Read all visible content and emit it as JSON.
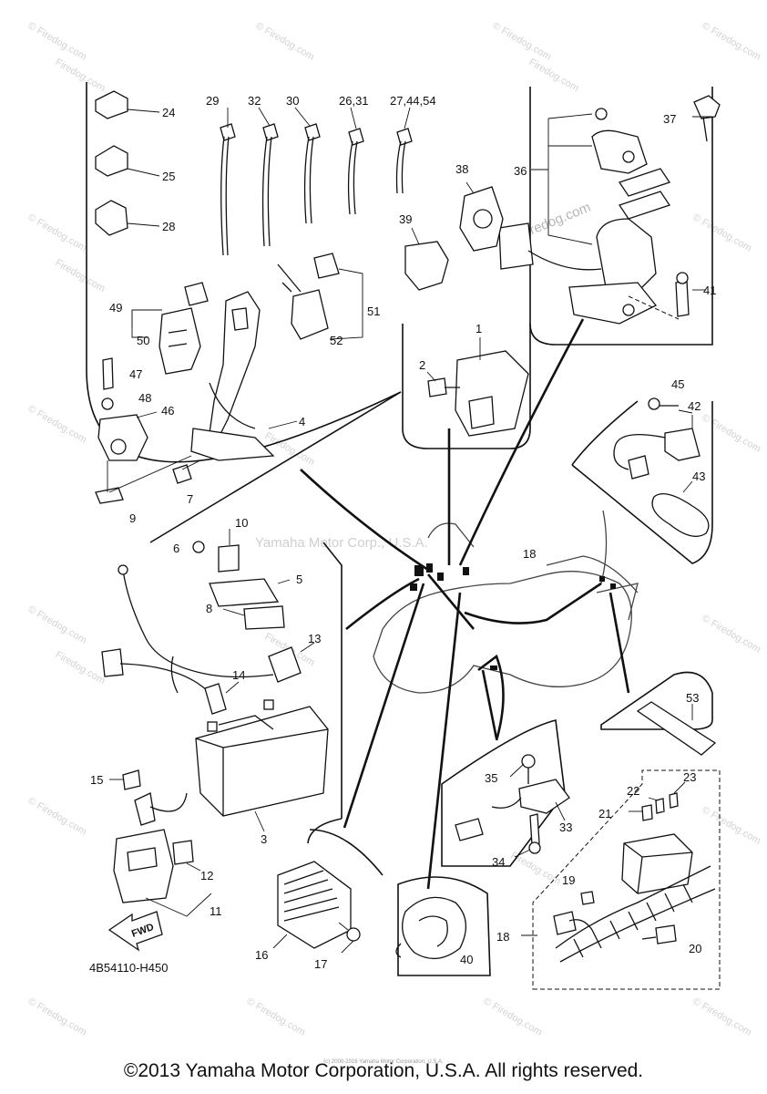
{
  "diagram": {
    "part_code": "4B54110-H450",
    "center_watermark": "Yamaha Motor Corp., U.S.A.",
    "overlay_watermark": "Firedog.com",
    "corner_watermark": "© Firedog.com",
    "copyright": "©2013 Yamaha Motor Corporation, U.S.A. All rights reserved.",
    "fine_print": "(c) 2000-2016 Yamaha Motor Corporation, U.S.A.",
    "fwd_label": "FWD",
    "callouts": [
      "1",
      "2",
      "3",
      "4",
      "5",
      "6",
      "7",
      "8",
      "9",
      "10",
      "11",
      "12",
      "13",
      "14",
      "15",
      "16",
      "17",
      "18",
      "18",
      "19",
      "20",
      "21",
      "22",
      "23",
      "24",
      "25",
      "26,31",
      "27,44,54",
      "28",
      "29",
      "30",
      "32",
      "33",
      "34",
      "35",
      "36",
      "37",
      "38",
      "39",
      "40",
      "41",
      "42",
      "43",
      "45",
      "46",
      "47",
      "48",
      "49",
      "50",
      "51",
      "52",
      "53"
    ]
  }
}
